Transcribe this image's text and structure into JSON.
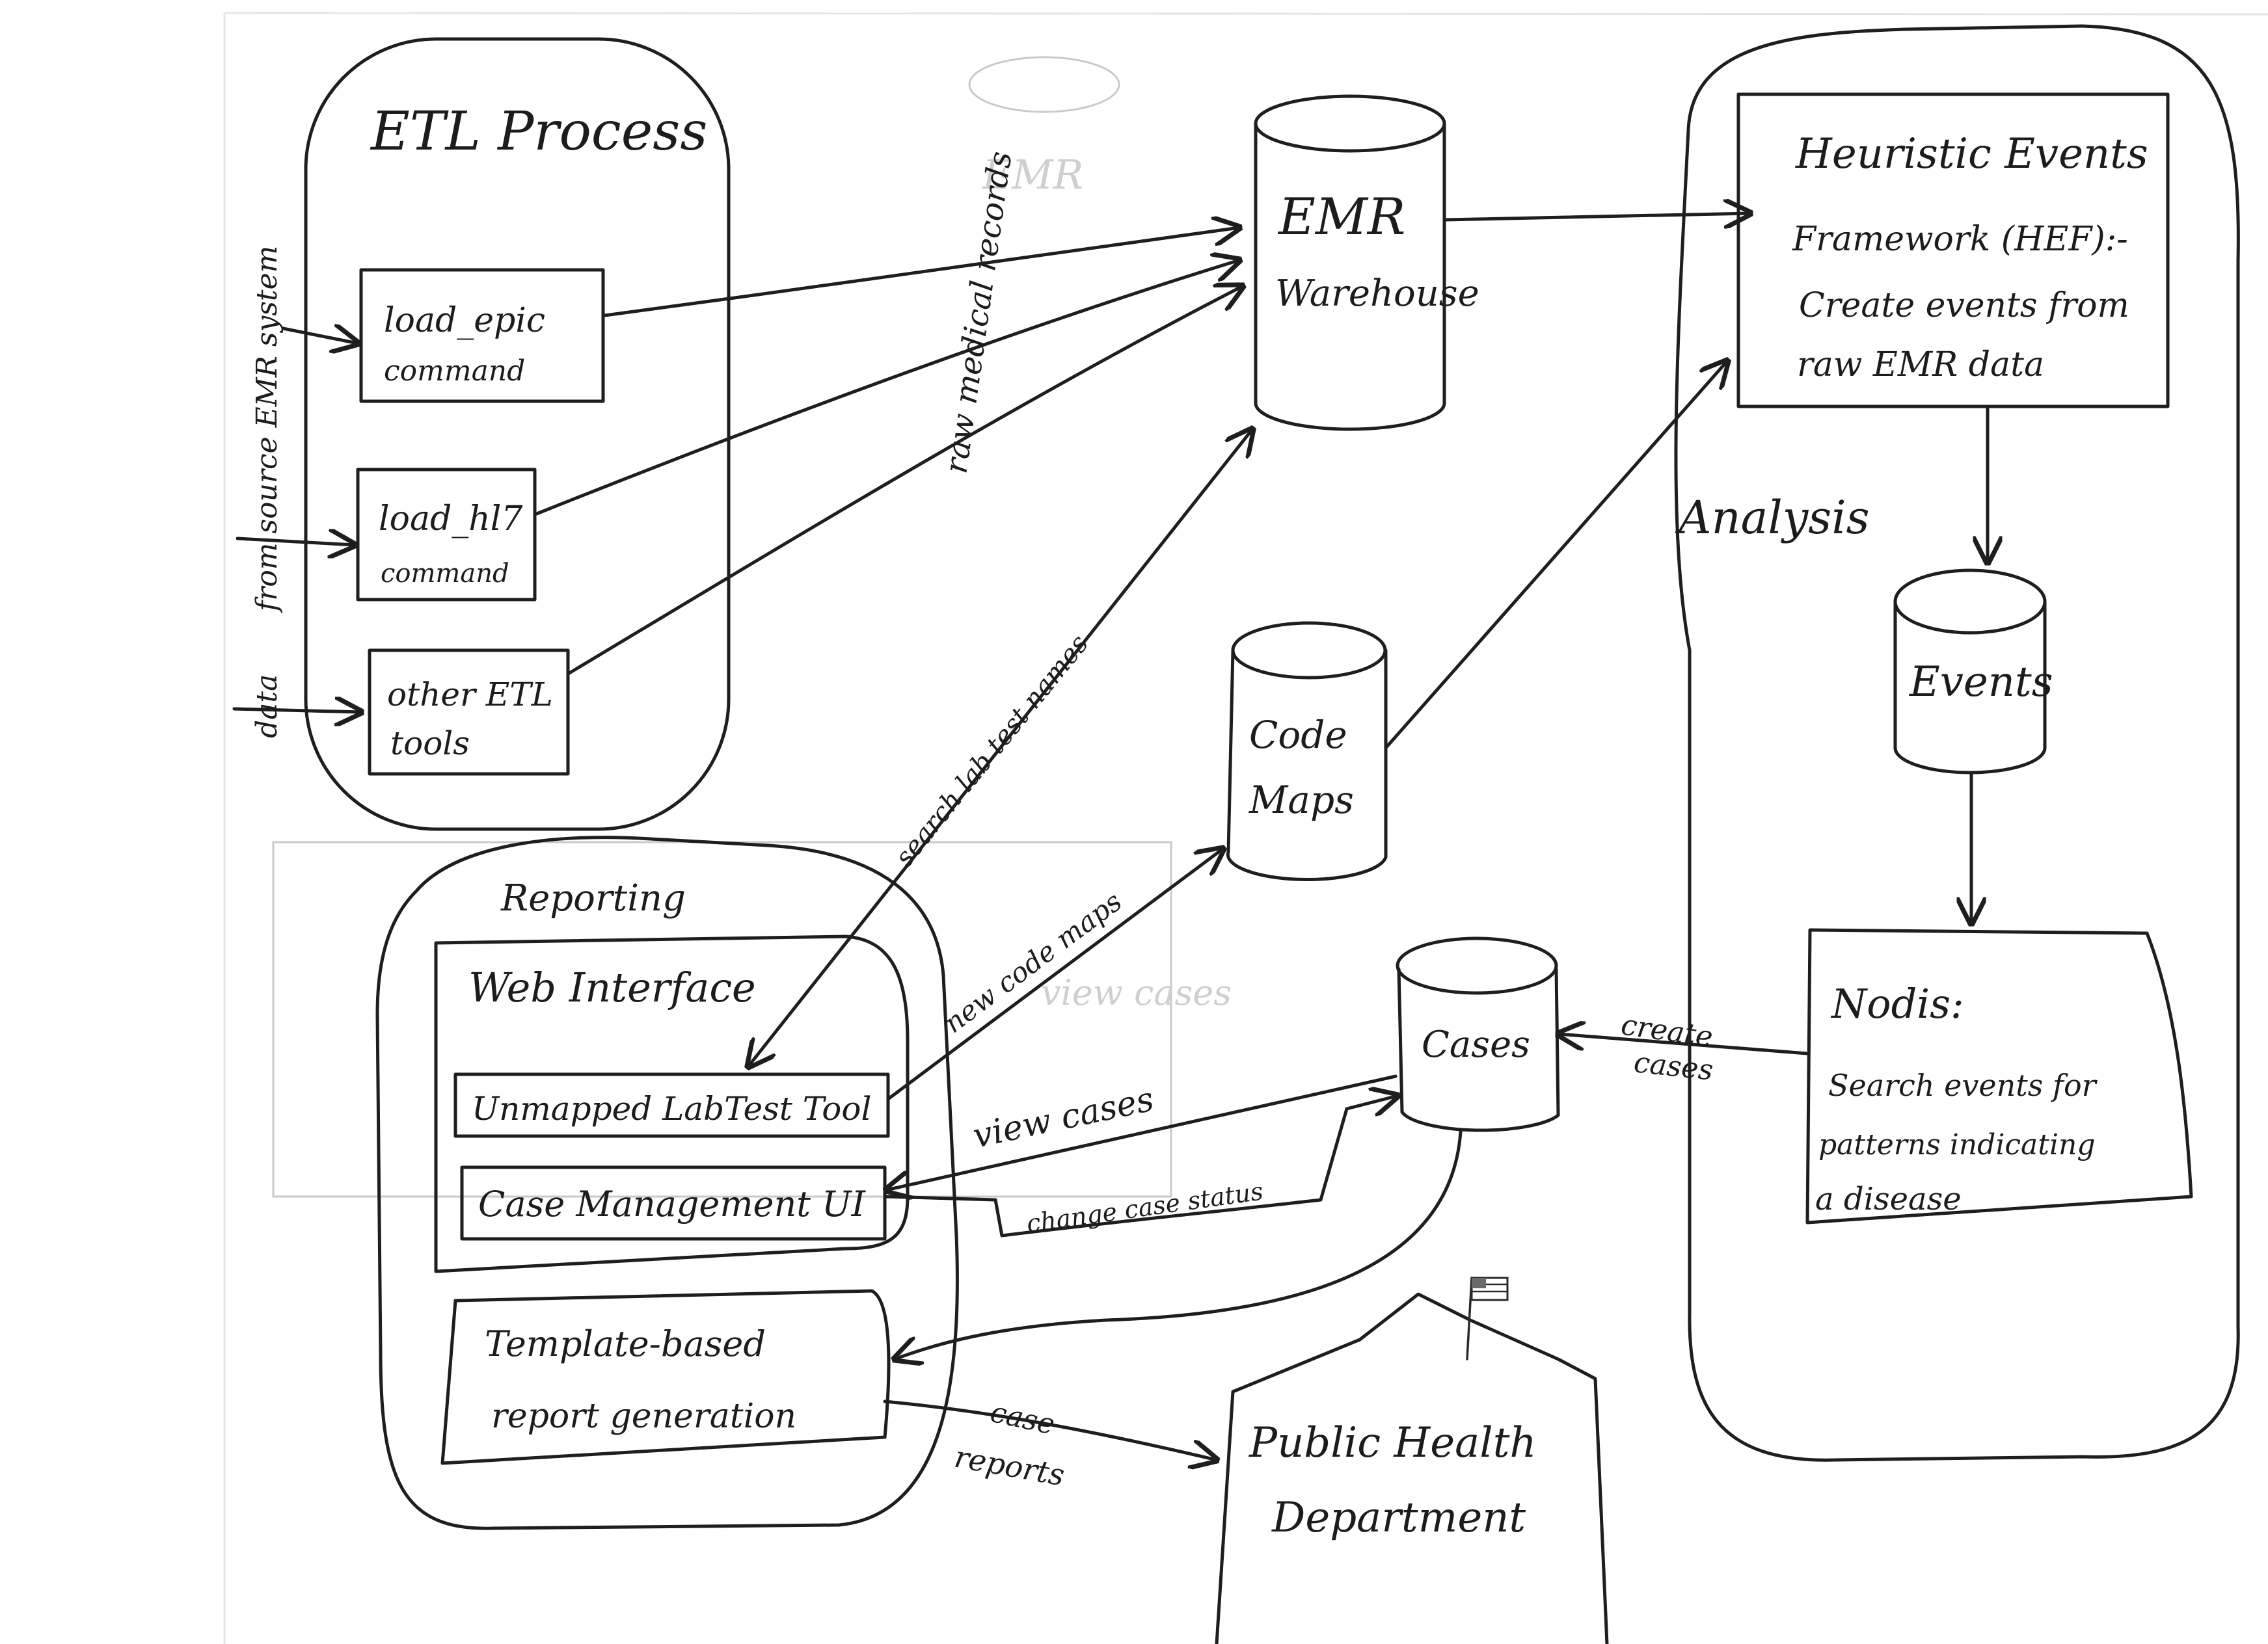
{
  "etl": {
    "title": "ETL Process",
    "load_epic": [
      "load_epic",
      "command"
    ],
    "load_hl7": [
      "load_hl7",
      "command"
    ],
    "other_etl": [
      "other ETL",
      "tools"
    ]
  },
  "source_label": [
    "data",
    "from source EMR system"
  ],
  "raw_records_label": "raw medical records",
  "emr_warehouse": [
    "EMR",
    "Warehouse"
  ],
  "code_maps": [
    "Code",
    "Maps"
  ],
  "hef": {
    "lines": [
      "Heuristic Events",
      "Framework (HEF):-",
      "Create events from",
      "raw EMR data"
    ]
  },
  "analysis_label": "Analysis",
  "events": "Events",
  "nodis": {
    "title": "Nodis:",
    "lines": [
      "Search events for",
      "patterns indicating",
      "a disease"
    ]
  },
  "cases": "Cases",
  "create_cases": [
    "create",
    "cases"
  ],
  "reporting": {
    "title": "Reporting",
    "web_interface": "Web Interface",
    "unmapped_tool": "Unmapped LabTest Tool",
    "case_mgmt": "Case Management UI",
    "template": [
      "Template-based",
      "report generation"
    ]
  },
  "search_label": "search lab test names",
  "new_code_maps": "new code maps",
  "view_cases": "view cases",
  "change_status": "change case status",
  "case_reports": [
    "case",
    "reports"
  ],
  "public_health": [
    "Public Health",
    "Department"
  ]
}
